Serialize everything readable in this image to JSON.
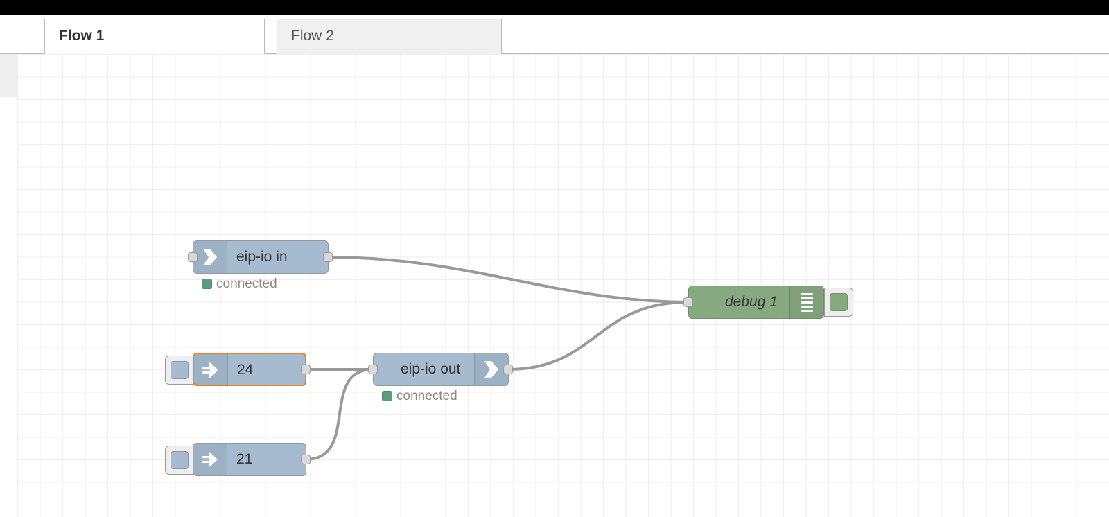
{
  "tabs": [
    {
      "label": "Flow 1",
      "active": true
    },
    {
      "label": "Flow 2",
      "active": false
    }
  ],
  "nodes": {
    "eip_in": {
      "label": "eip-io in",
      "status": "connected",
      "color": "#a6bbcf"
    },
    "inject_24": {
      "label": "24",
      "color": "#a6bbcf",
      "selected_color": "#ff7f0e"
    },
    "inject_21": {
      "label": "21",
      "color": "#a6bbcf"
    },
    "eip_out": {
      "label": "eip-io out",
      "status": "connected",
      "color": "#a6bbcf"
    },
    "debug": {
      "label": "debug 1",
      "color": "#87a980"
    }
  },
  "status_color": "#5a9e7c",
  "icons": {
    "eip_in": "arrow-in-icon",
    "inject": "inject-arrow-icon",
    "eip_out": "arrow-out-icon",
    "debug": "debug-list-icon"
  }
}
